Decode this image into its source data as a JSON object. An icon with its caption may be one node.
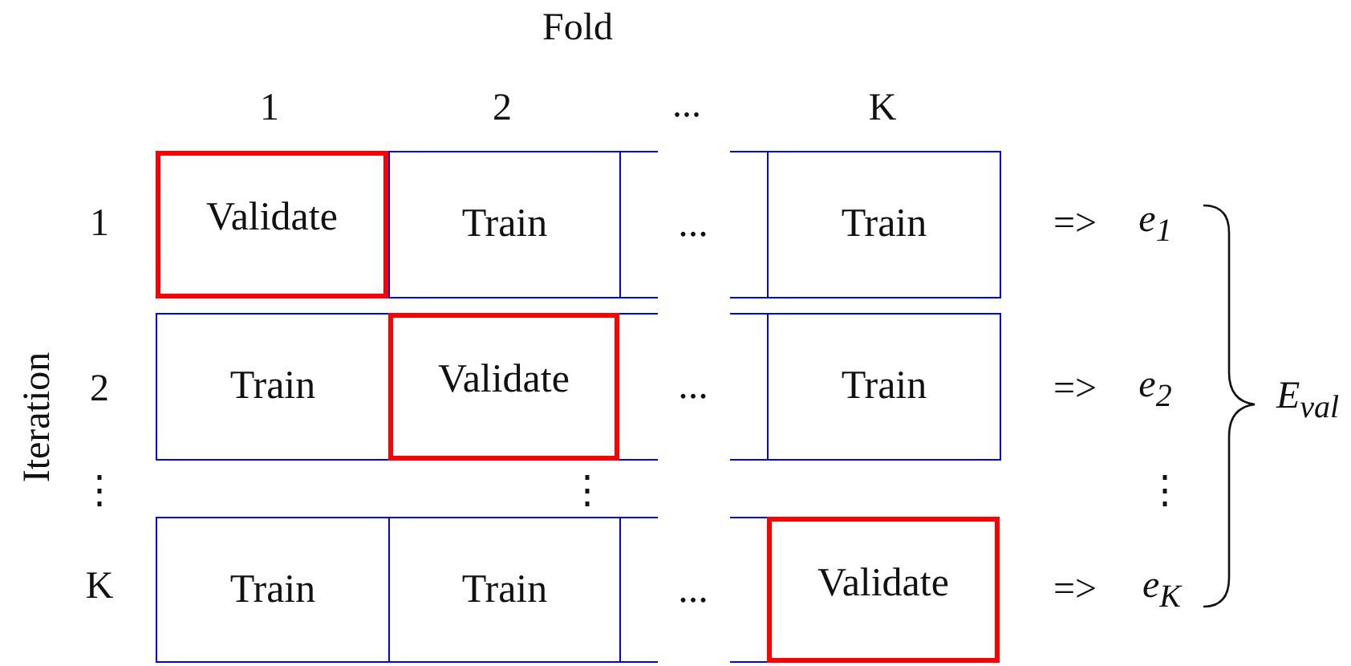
{
  "diagram": {
    "nodes": [
      {
        "text": [
          "Validate"
        ]
      },
      {
        "text": [
          "Train"
        ]
      },
      {
        "text": [
          "..."
        ]
      },
      {
        "text": [
          "Train"
        ]
      },
      {
        "text": [
          "Train"
        ]
      },
      {
        "text": [
          "Validate"
        ]
      },
      {
        "text": [
          "..."
        ]
      },
      {
        "text": [
          "Train"
        ]
      },
      {
        "text": [
          "Train"
        ]
      },
      {
        "text": [
          "Train"
        ]
      },
      {
        "text": [
          "..."
        ]
      },
      {
        "text": [
          "Validate"
        ]
      }
    ],
    "edges": [],
    "labels": [
      "Fold",
      "1",
      "2",
      "...",
      "K",
      "1",
      "=>",
      "e$_{1}$",
      "Iteration",
      "2",
      "=>",
      "e$_{2}$",
      "E$_{val}$",
      "⋮",
      "⋮",
      "⋮",
      "K",
      "=>",
      "e$_{K}$"
    ]
  }
}
